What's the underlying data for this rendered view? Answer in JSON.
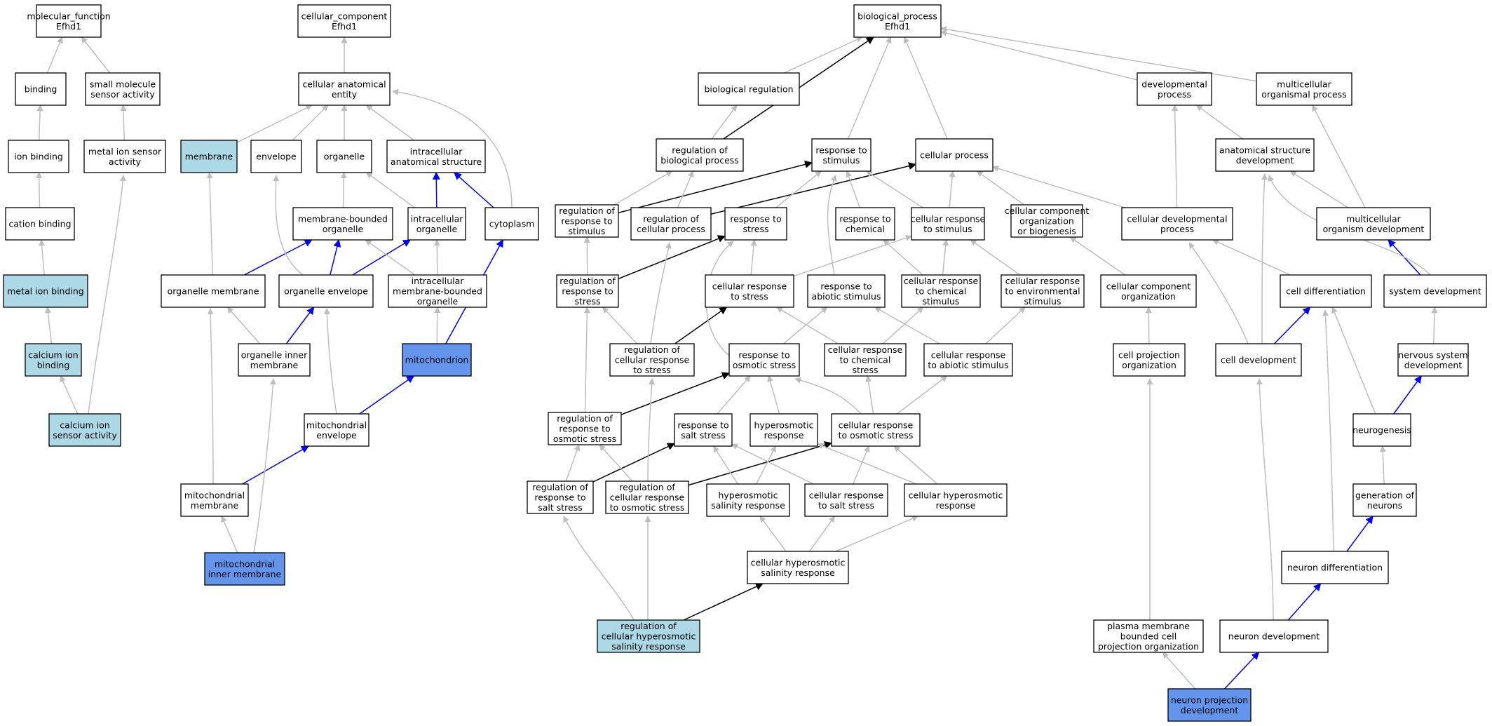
{
  "colors": {
    "default_fill": "#ffffff",
    "light_fill": "#add8e6",
    "dark_fill": "#6495ed",
    "gray_edge": "#bebebe",
    "black_edge": "#000000",
    "blue_edge": "#0000ff"
  },
  "nodes": [
    {
      "id": "mf",
      "label": [
        "molecular_function",
        "Efhd1"
      ],
      "fill": "default"
    },
    {
      "id": "binding",
      "label": [
        "binding"
      ],
      "fill": "default"
    },
    {
      "id": "smsa",
      "label": [
        "small molecule",
        "sensor activity"
      ],
      "fill": "default"
    },
    {
      "id": "ionb",
      "label": [
        "ion binding"
      ],
      "fill": "default"
    },
    {
      "id": "mtisa",
      "label": [
        "metal ion sensor",
        "activity"
      ],
      "fill": "default"
    },
    {
      "id": "cationb",
      "label": [
        "cation binding"
      ],
      "fill": "default"
    },
    {
      "id": "mtib",
      "label": [
        "metal ion binding"
      ],
      "fill": "light"
    },
    {
      "id": "caib",
      "label": [
        "calcium ion",
        "binding"
      ],
      "fill": "light"
    },
    {
      "id": "caisa",
      "label": [
        "calcium ion",
        "sensor activity"
      ],
      "fill": "light"
    },
    {
      "id": "cc",
      "label": [
        "cellular_component",
        "Efhd1"
      ],
      "fill": "default"
    },
    {
      "id": "cae",
      "label": [
        "cellular anatomical",
        "entity"
      ],
      "fill": "default"
    },
    {
      "id": "membrane",
      "label": [
        "membrane"
      ],
      "fill": "light"
    },
    {
      "id": "envelope",
      "label": [
        "envelope"
      ],
      "fill": "default"
    },
    {
      "id": "organelle",
      "label": [
        "organelle"
      ],
      "fill": "default"
    },
    {
      "id": "ias",
      "label": [
        "intracellular",
        "anatomical structure"
      ],
      "fill": "default"
    },
    {
      "id": "mbo",
      "label": [
        "membrane-bounded",
        "organelle"
      ],
      "fill": "default"
    },
    {
      "id": "io",
      "label": [
        "intracellular",
        "organelle"
      ],
      "fill": "default"
    },
    {
      "id": "cytoplasm",
      "label": [
        "cytoplasm"
      ],
      "fill": "default"
    },
    {
      "id": "om",
      "label": [
        "organelle membrane"
      ],
      "fill": "default"
    },
    {
      "id": "oe",
      "label": [
        "organelle envelope"
      ],
      "fill": "default"
    },
    {
      "id": "imbo",
      "label": [
        "intracellular",
        "membrane-bounded",
        "organelle"
      ],
      "fill": "default"
    },
    {
      "id": "oim",
      "label": [
        "organelle inner",
        "membrane"
      ],
      "fill": "default"
    },
    {
      "id": "mito",
      "label": [
        "mitochondrion"
      ],
      "fill": "dark"
    },
    {
      "id": "menv",
      "label": [
        "mitochondrial",
        "envelope"
      ],
      "fill": "default"
    },
    {
      "id": "mmem",
      "label": [
        "mitochondrial",
        "membrane"
      ],
      "fill": "default"
    },
    {
      "id": "mim",
      "label": [
        "mitochondrial",
        "inner membrane"
      ],
      "fill": "dark"
    },
    {
      "id": "bp",
      "label": [
        "biological_process",
        "Efhd1"
      ],
      "fill": "default"
    },
    {
      "id": "breg",
      "label": [
        "biological regulation"
      ],
      "fill": "default"
    },
    {
      "id": "devp",
      "label": [
        "developmental",
        "process"
      ],
      "fill": "default"
    },
    {
      "id": "mcp",
      "label": [
        "multicellular",
        "organismal process"
      ],
      "fill": "default"
    },
    {
      "id": "rbp",
      "label": [
        "regulation of",
        "biological process"
      ],
      "fill": "default"
    },
    {
      "id": "rts",
      "label": [
        "response to",
        "stimulus"
      ],
      "fill": "default"
    },
    {
      "id": "cp",
      "label": [
        "cellular process"
      ],
      "fill": "default"
    },
    {
      "id": "asd",
      "label": [
        "anatomical structure",
        "development"
      ],
      "fill": "default"
    },
    {
      "id": "rrts",
      "label": [
        "regulation of",
        "response to",
        "stimulus"
      ],
      "fill": "default"
    },
    {
      "id": "rcp",
      "label": [
        "regulation of",
        "cellular process"
      ],
      "fill": "default"
    },
    {
      "id": "rtstress",
      "label": [
        "response to",
        "stress"
      ],
      "fill": "default"
    },
    {
      "id": "rtchem",
      "label": [
        "response to",
        "chemical"
      ],
      "fill": "default"
    },
    {
      "id": "crts",
      "label": [
        "cellular response",
        "to stimulus"
      ],
      "fill": "default"
    },
    {
      "id": "ccob",
      "label": [
        "cellular component",
        "organization",
        "or biogenesis"
      ],
      "fill": "default"
    },
    {
      "id": "cdp",
      "label": [
        "cellular developmental",
        "process"
      ],
      "fill": "default"
    },
    {
      "id": "mod",
      "label": [
        "multicellular",
        "organism development"
      ],
      "fill": "default"
    },
    {
      "id": "rrtstress",
      "label": [
        "regulation of",
        "response to",
        "stress"
      ],
      "fill": "default"
    },
    {
      "id": "crtstress",
      "label": [
        "cellular response",
        "to stress"
      ],
      "fill": "default"
    },
    {
      "id": "rtas",
      "label": [
        "response to",
        "abiotic stimulus"
      ],
      "fill": "default"
    },
    {
      "id": "crtchem",
      "label": [
        "cellular response",
        "to chemical",
        "stimulus"
      ],
      "fill": "default"
    },
    {
      "id": "crtenv",
      "label": [
        "cellular response",
        "to environmental",
        "stimulus"
      ],
      "fill": "default"
    },
    {
      "id": "cco",
      "label": [
        "cellular component",
        "organization"
      ],
      "fill": "default"
    },
    {
      "id": "celldiff",
      "label": [
        "cell differentiation"
      ],
      "fill": "default"
    },
    {
      "id": "sysdev",
      "label": [
        "system development"
      ],
      "fill": "default"
    },
    {
      "id": "rcrts",
      "label": [
        "regulation of",
        "cellular response",
        "to stress"
      ],
      "fill": "default"
    },
    {
      "id": "rtos",
      "label": [
        "response to",
        "osmotic stress"
      ],
      "fill": "default"
    },
    {
      "id": "crtcs",
      "label": [
        "cellular response",
        "to chemical",
        "stress"
      ],
      "fill": "default"
    },
    {
      "id": "crtabs",
      "label": [
        "cellular response",
        "to abiotic stimulus"
      ],
      "fill": "default"
    },
    {
      "id": "cpo",
      "label": [
        "cell projection",
        "organization"
      ],
      "fill": "default"
    },
    {
      "id": "celldev",
      "label": [
        "cell development"
      ],
      "fill": "default"
    },
    {
      "id": "nsd",
      "label": [
        "nervous system",
        "development"
      ],
      "fill": "default"
    },
    {
      "id": "rrtos",
      "label": [
        "regulation of",
        "response to",
        "osmotic stress"
      ],
      "fill": "default"
    },
    {
      "id": "rtss",
      "label": [
        "response to",
        "salt stress"
      ],
      "fill": "default"
    },
    {
      "id": "hyperresp",
      "label": [
        "hyperosmotic",
        "response"
      ],
      "fill": "default"
    },
    {
      "id": "crtos",
      "label": [
        "cellular response",
        "to osmotic stress"
      ],
      "fill": "default"
    },
    {
      "id": "neurogen",
      "label": [
        "neurogenesis"
      ],
      "fill": "default"
    },
    {
      "id": "rrtss",
      "label": [
        "regulation of",
        "response to",
        "salt stress"
      ],
      "fill": "default"
    },
    {
      "id": "rcrtos",
      "label": [
        "regulation of",
        "cellular response",
        "to osmotic stress"
      ],
      "fill": "default"
    },
    {
      "id": "hsr",
      "label": [
        "hyperosmotic",
        "salinity response"
      ],
      "fill": "default"
    },
    {
      "id": "crtss",
      "label": [
        "cellular response",
        "to salt stress"
      ],
      "fill": "default"
    },
    {
      "id": "chr",
      "label": [
        "cellular hyperosmotic",
        "response"
      ],
      "fill": "default"
    },
    {
      "id": "genneur",
      "label": [
        "generation of",
        "neurons"
      ],
      "fill": "default"
    },
    {
      "id": "chsr",
      "label": [
        "cellular hyperosmotic",
        "salinity response"
      ],
      "fill": "default"
    },
    {
      "id": "neurdiff",
      "label": [
        "neuron differentiation"
      ],
      "fill": "default"
    },
    {
      "id": "rchsr",
      "label": [
        "regulation of",
        "cellular hyperosmotic",
        "salinity response"
      ],
      "fill": "light"
    },
    {
      "id": "pmbcpo",
      "label": [
        "plasma membrane",
        "bounded cell",
        "projection organization"
      ],
      "fill": "default"
    },
    {
      "id": "neurdev",
      "label": [
        "neuron development"
      ],
      "fill": "default"
    },
    {
      "id": "npd",
      "label": [
        "neuron projection",
        "development"
      ],
      "fill": "dark"
    }
  ],
  "edges": [
    {
      "from": "binding",
      "to": "mf",
      "type": "gray"
    },
    {
      "from": "smsa",
      "to": "mf",
      "type": "gray"
    },
    {
      "from": "ionb",
      "to": "binding",
      "type": "gray"
    },
    {
      "from": "mtisa",
      "to": "smsa",
      "type": "gray"
    },
    {
      "from": "cationb",
      "to": "ionb",
      "type": "gray"
    },
    {
      "from": "mtib",
      "to": "cationb",
      "type": "gray"
    },
    {
      "from": "caib",
      "to": "mtib",
      "type": "gray"
    },
    {
      "from": "caisa",
      "to": "caib",
      "type": "gray"
    },
    {
      "from": "caisa",
      "to": "mtisa",
      "type": "gray"
    },
    {
      "from": "cae",
      "to": "cc",
      "type": "gray"
    },
    {
      "from": "membrane",
      "to": "cae",
      "type": "gray"
    },
    {
      "from": "envelope",
      "to": "cae",
      "type": "gray"
    },
    {
      "from": "organelle",
      "to": "cae",
      "type": "gray"
    },
    {
      "from": "ias",
      "to": "cae",
      "type": "gray"
    },
    {
      "from": "cytoplasm",
      "to": "cae",
      "type": "gray"
    },
    {
      "from": "mbo",
      "to": "organelle",
      "type": "gray"
    },
    {
      "from": "io",
      "to": "organelle",
      "type": "gray"
    },
    {
      "from": "io",
      "to": "ias",
      "type": "blue"
    },
    {
      "from": "cytoplasm",
      "to": "ias",
      "type": "blue"
    },
    {
      "from": "om",
      "to": "membrane",
      "type": "gray"
    },
    {
      "from": "om",
      "to": "mbo",
      "type": "blue"
    },
    {
      "from": "oe",
      "to": "mbo",
      "type": "blue"
    },
    {
      "from": "oe",
      "to": "io",
      "type": "blue"
    },
    {
      "from": "oe",
      "to": "envelope",
      "type": "gray"
    },
    {
      "from": "imbo",
      "to": "mbo",
      "type": "gray"
    },
    {
      "from": "imbo",
      "to": "io",
      "type": "gray"
    },
    {
      "from": "oim",
      "to": "oe",
      "type": "blue"
    },
    {
      "from": "oim",
      "to": "om",
      "type": "gray"
    },
    {
      "from": "mito",
      "to": "imbo",
      "type": "gray"
    },
    {
      "from": "mito",
      "to": "cytoplasm",
      "type": "blue"
    },
    {
      "from": "menv",
      "to": "mito",
      "type": "blue"
    },
    {
      "from": "menv",
      "to": "oe",
      "type": "gray"
    },
    {
      "from": "mmem",
      "to": "menv",
      "type": "blue"
    },
    {
      "from": "mmem",
      "to": "om",
      "type": "gray"
    },
    {
      "from": "mim",
      "to": "mmem",
      "type": "gray"
    },
    {
      "from": "mim",
      "to": "oim",
      "type": "gray"
    },
    {
      "from": "breg",
      "to": "bp",
      "type": "gray"
    },
    {
      "from": "devp",
      "to": "bp",
      "type": "gray"
    },
    {
      "from": "mcp",
      "to": "bp",
      "type": "gray"
    },
    {
      "from": "rts",
      "to": "bp",
      "type": "gray"
    },
    {
      "from": "cp",
      "to": "bp",
      "type": "gray"
    },
    {
      "from": "rbp",
      "to": "bp",
      "type": "black"
    },
    {
      "from": "rbp",
      "to": "breg",
      "type": "gray"
    },
    {
      "from": "asd",
      "to": "devp",
      "type": "gray"
    },
    {
      "from": "rrts",
      "to": "rbp",
      "type": "gray"
    },
    {
      "from": "rrts",
      "to": "rts",
      "type": "black"
    },
    {
      "from": "rcp",
      "to": "rbp",
      "type": "gray"
    },
    {
      "from": "rcp",
      "to": "cp",
      "type": "black"
    },
    {
      "from": "rtstress",
      "to": "rts",
      "type": "gray"
    },
    {
      "from": "rtchem",
      "to": "rts",
      "type": "gray"
    },
    {
      "from": "crts",
      "to": "rts",
      "type": "gray"
    },
    {
      "from": "crts",
      "to": "cp",
      "type": "gray"
    },
    {
      "from": "ccob",
      "to": "cp",
      "type": "gray"
    },
    {
      "from": "cdp",
      "to": "cp",
      "type": "gray"
    },
    {
      "from": "cdp",
      "to": "devp",
      "type": "gray"
    },
    {
      "from": "mod",
      "to": "asd",
      "type": "gray"
    },
    {
      "from": "mod",
      "to": "mcp",
      "type": "gray"
    },
    {
      "from": "rrtstress",
      "to": "rrts",
      "type": "gray"
    },
    {
      "from": "rrtstress",
      "to": "rtstress",
      "type": "black"
    },
    {
      "from": "crtstress",
      "to": "rtstress",
      "type": "gray"
    },
    {
      "from": "crtstress",
      "to": "crts",
      "type": "gray"
    },
    {
      "from": "rtas",
      "to": "rts",
      "type": "gray"
    },
    {
      "from": "crtchem",
      "to": "rtchem",
      "type": "gray"
    },
    {
      "from": "crtchem",
      "to": "crts",
      "type": "gray"
    },
    {
      "from": "crtenv",
      "to": "crts",
      "type": "gray"
    },
    {
      "from": "cco",
      "to": "ccob",
      "type": "gray"
    },
    {
      "from": "celldiff",
      "to": "cdp",
      "type": "gray"
    },
    {
      "from": "sysdev",
      "to": "mod",
      "type": "blue"
    },
    {
      "from": "sysdev",
      "to": "asd",
      "type": "gray"
    },
    {
      "from": "rcrts",
      "to": "rrtstress",
      "type": "gray"
    },
    {
      "from": "rcrts",
      "to": "crtstress",
      "type": "black"
    },
    {
      "from": "rcrts",
      "to": "rcp",
      "type": "gray"
    },
    {
      "from": "rtos",
      "to": "rtstress",
      "type": "gray"
    },
    {
      "from": "rtos",
      "to": "rtas",
      "type": "gray"
    },
    {
      "from": "crtcs",
      "to": "crtstress",
      "type": "gray"
    },
    {
      "from": "crtcs",
      "to": "crtchem",
      "type": "gray"
    },
    {
      "from": "crtabs",
      "to": "rtas",
      "type": "gray"
    },
    {
      "from": "crtabs",
      "to": "crtenv",
      "type": "gray"
    },
    {
      "from": "cpo",
      "to": "cco",
      "type": "gray"
    },
    {
      "from": "celldev",
      "to": "celldiff",
      "type": "blue"
    },
    {
      "from": "celldev",
      "to": "cdp",
      "type": "gray"
    },
    {
      "from": "celldev",
      "to": "asd",
      "type": "gray"
    },
    {
      "from": "nsd",
      "to": "sysdev",
      "type": "gray"
    },
    {
      "from": "rrtos",
      "to": "rrtstress",
      "type": "gray"
    },
    {
      "from": "rrtos",
      "to": "rtos",
      "type": "black"
    },
    {
      "from": "rtss",
      "to": "rtos",
      "type": "gray"
    },
    {
      "from": "hyperresp",
      "to": "rtos",
      "type": "gray"
    },
    {
      "from": "crtos",
      "to": "rtos",
      "type": "gray"
    },
    {
      "from": "crtos",
      "to": "crtcs",
      "type": "gray"
    },
    {
      "from": "crtos",
      "to": "crtabs",
      "type": "gray"
    },
    {
      "from": "neurogen",
      "to": "nsd",
      "type": "blue"
    },
    {
      "from": "neurogen",
      "to": "celldiff",
      "type": "gray"
    },
    {
      "from": "rrtss",
      "to": "rrtos",
      "type": "gray"
    },
    {
      "from": "rrtss",
      "to": "rtss",
      "type": "black"
    },
    {
      "from": "rcrtos",
      "to": "rrtos",
      "type": "gray"
    },
    {
      "from": "rcrtos",
      "to": "crtos",
      "type": "black"
    },
    {
      "from": "rcrtos",
      "to": "rcrts",
      "type": "gray"
    },
    {
      "from": "hsr",
      "to": "rtss",
      "type": "gray"
    },
    {
      "from": "hsr",
      "to": "hyperresp",
      "type": "gray"
    },
    {
      "from": "crtss",
      "to": "rtss",
      "type": "gray"
    },
    {
      "from": "crtss",
      "to": "crtos",
      "type": "gray"
    },
    {
      "from": "chr",
      "to": "hyperresp",
      "type": "gray"
    },
    {
      "from": "chr",
      "to": "crtos",
      "type": "gray"
    },
    {
      "from": "genneur",
      "to": "neurogen",
      "type": "gray"
    },
    {
      "from": "chsr",
      "to": "hsr",
      "type": "gray"
    },
    {
      "from": "chsr",
      "to": "crtss",
      "type": "gray"
    },
    {
      "from": "chsr",
      "to": "chr",
      "type": "gray"
    },
    {
      "from": "neurdiff",
      "to": "genneur",
      "type": "blue"
    },
    {
      "from": "neurdiff",
      "to": "celldiff",
      "type": "gray"
    },
    {
      "from": "rchsr",
      "to": "chsr",
      "type": "black"
    },
    {
      "from": "rchsr",
      "to": "rrtss",
      "type": "gray"
    },
    {
      "from": "rchsr",
      "to": "rcrtos",
      "type": "gray"
    },
    {
      "from": "pmbcpo",
      "to": "cpo",
      "type": "gray"
    },
    {
      "from": "neurdev",
      "to": "neurdiff",
      "type": "blue"
    },
    {
      "from": "neurdev",
      "to": "celldev",
      "type": "gray"
    },
    {
      "from": "npd",
      "to": "neurdev",
      "type": "blue"
    },
    {
      "from": "npd",
      "to": "pmbcpo",
      "type": "gray"
    }
  ]
}
